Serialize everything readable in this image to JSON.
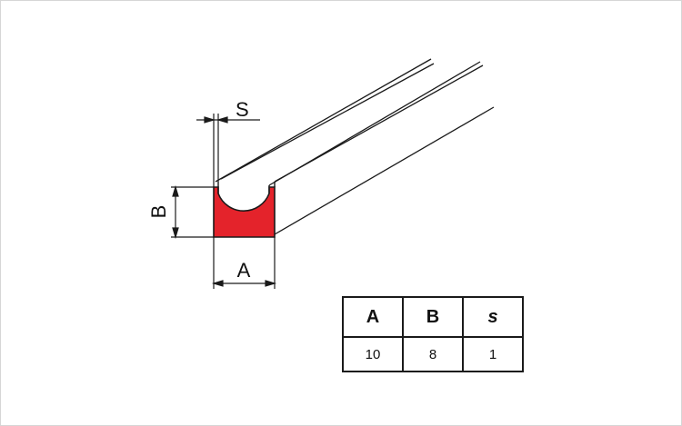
{
  "diagram": {
    "labels": {
      "s": "S",
      "b": "B",
      "a": "A"
    },
    "fill_color": "#e4232b",
    "line_color": "#1a1a1a"
  },
  "table": {
    "headers": [
      "A",
      "B",
      "s"
    ],
    "values": [
      "10",
      "8",
      "1"
    ]
  }
}
